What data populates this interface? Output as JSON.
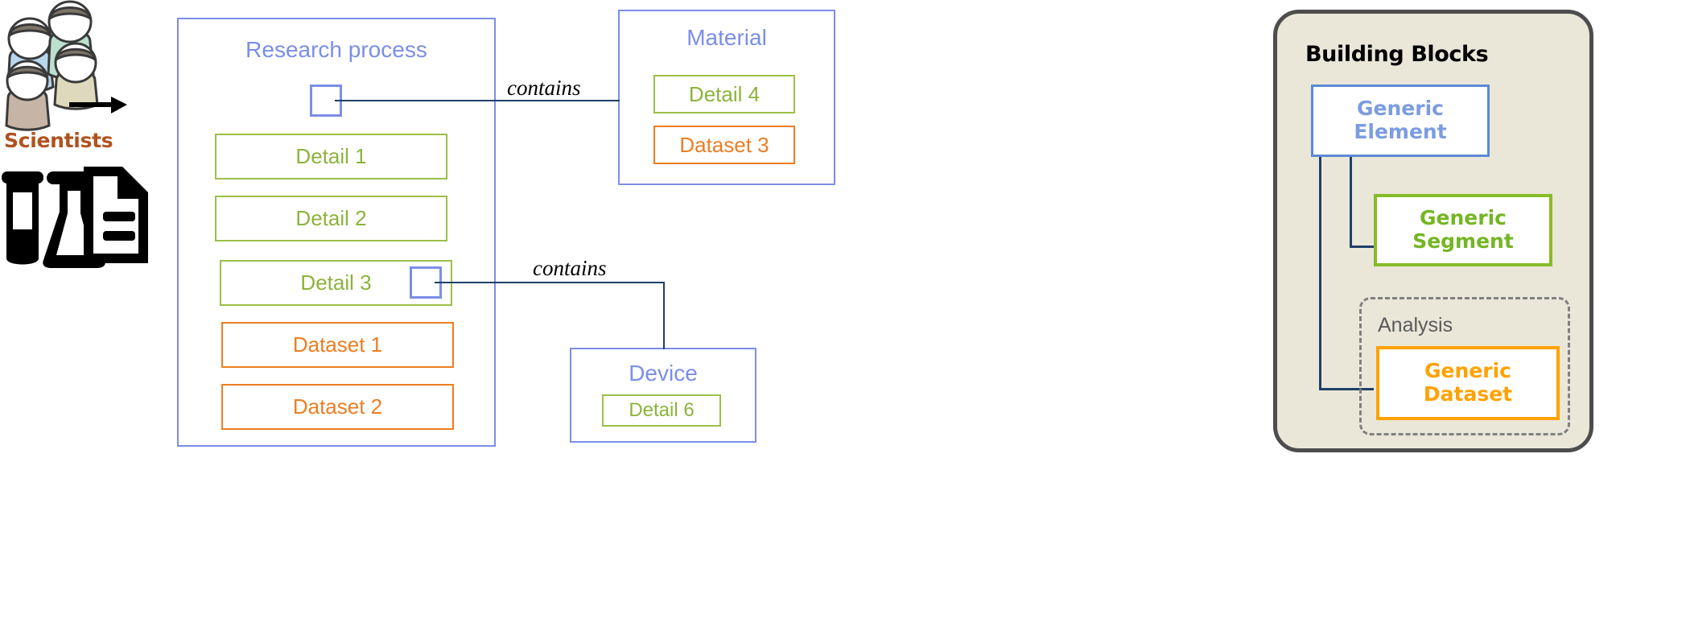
{
  "diagram": {
    "actors": {
      "scientists_label": "Scientists",
      "people_icon": "people-group-icon",
      "arrow_icon": "right-arrow-icon",
      "lab_icon": "test-tube-flask-document-icon"
    },
    "nodes": [
      {
        "id": "research-process",
        "title": "Research process",
        "children": [
          {
            "label": "Detail 1",
            "kind": "detail"
          },
          {
            "label": "Detail 2",
            "kind": "detail"
          },
          {
            "label": "Detail 3",
            "kind": "detail"
          },
          {
            "label": "Dataset 1",
            "kind": "dataset"
          },
          {
            "label": "Dataset 2",
            "kind": "dataset"
          }
        ]
      },
      {
        "id": "material",
        "title": "Material",
        "children": [
          {
            "label": "Detail 4",
            "kind": "detail"
          },
          {
            "label": "Dataset 3",
            "kind": "dataset"
          }
        ]
      },
      {
        "id": "device",
        "title": "Device",
        "children": [
          {
            "label": "Detail 6",
            "kind": "detail"
          }
        ]
      }
    ],
    "edges": [
      {
        "id": "edge-research-material",
        "label": "contains",
        "from": "research-process",
        "to": "material"
      },
      {
        "id": "edge-detail3-device",
        "label": "contains",
        "from": "detail-3",
        "to": "device"
      }
    ]
  },
  "building_blocks": {
    "title": "Building Blocks",
    "generic_element": "Generic\nElement",
    "generic_element_line1": "Generic",
    "generic_element_line2": "Element",
    "generic_segment_line1": "Generic",
    "generic_segment_line2": "Segment",
    "analysis_label": "Analysis",
    "generic_dataset_line1": "Generic",
    "generic_dataset_line2": "Dataset"
  },
  "colors": {
    "element_blue": "#7b8ee8",
    "segment_green": "#9cbf48",
    "dataset_orange": "#ed7d22",
    "connector_navy": "#1f4068",
    "panel_beige": "#eae7d9",
    "panel_border": "#4d4d4d",
    "scientists_brown": "#b0521f",
    "bb_element_blue": "#7b9ce0",
    "bb_segment_green": "#74b524",
    "bb_dataset_orange": "#ffa200",
    "analysis_gray": "#808080"
  }
}
